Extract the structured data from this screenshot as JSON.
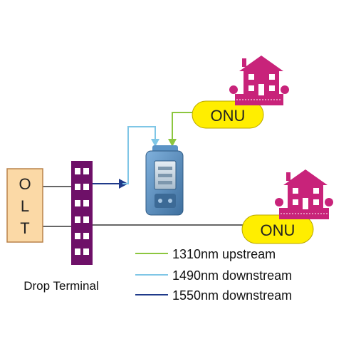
{
  "olt": {
    "label_letters": [
      "O",
      "L",
      "T"
    ],
    "fill_color": "#fbd9a6",
    "border_color": "#b9824a"
  },
  "drop_terminal": {
    "label": "Drop Terminal",
    "fill_color": "#6e1068",
    "port_color": "#ffffff"
  },
  "onu_top": {
    "label": "ONU",
    "fill_color": "#ffee00"
  },
  "onu_bottom": {
    "label": "ONU",
    "fill_color": "#ffee00"
  },
  "house_colors": {
    "body": "#c8237a",
    "roof": "#c8237a",
    "window": "#ffffff",
    "fence": "#c8237a"
  },
  "power_meter": {
    "icon": "optical-power-meter-icon",
    "body_color": "#4f87b9",
    "screen_color": "#c9d6e2"
  },
  "legend": {
    "items": [
      {
        "label": "1310nm upstream",
        "color": "#8cc63f"
      },
      {
        "label": "1490nm downstream",
        "color": "#7fc6e6"
      },
      {
        "label": "1550nm downstream",
        "color": "#1f3a8a"
      }
    ]
  }
}
